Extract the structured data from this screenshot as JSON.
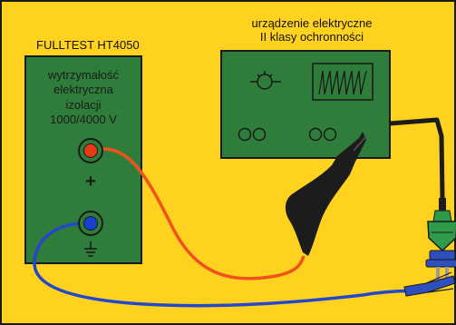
{
  "device": {
    "title": "FULLTEST HT4050",
    "panel_lines": [
      "wytrzymałość",
      "elektryczna",
      "izolacji",
      "1000/4000 V"
    ],
    "plus_symbol": "+"
  },
  "appliance": {
    "label_line_1": "urządzenie elektryczne",
    "label_line_2": "II klasy ochronności"
  },
  "colors": {
    "background": "#FFD21F",
    "panel_green": "#2F7D3A",
    "panel_border": "#1A1A1A",
    "red_terminal": "#E63B14",
    "blue_terminal": "#1B3FD0",
    "red_cable": "#F0521B",
    "blue_cable": "#2447CC",
    "probe_black": "#1C1C1C",
    "plug_green": "#2E9B4A",
    "plug_blue": "#2F4FBF"
  },
  "icons": [
    "lamp-icon",
    "waveform-icon",
    "ground-symbol-icon",
    "plus-icon"
  ]
}
